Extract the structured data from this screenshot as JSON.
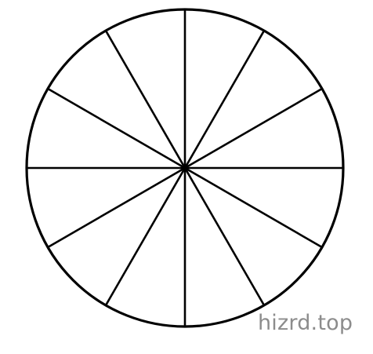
{
  "diagram": {
    "shape": "circle divided into equal sectors",
    "sector_count": 12,
    "line_color": "#000000",
    "fill_color": "#ffffff"
  },
  "watermark": {
    "text": "hizrd.top",
    "color": "#8c8c8c"
  }
}
